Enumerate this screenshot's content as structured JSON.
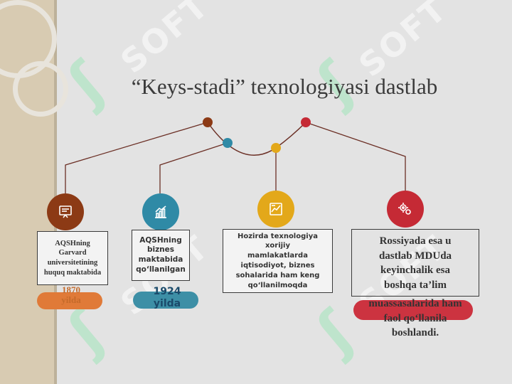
{
  "title": "“Keys-stadi” texnologiyasi dastlab",
  "watermark": "SOFT",
  "colors": {
    "node1": "#8c3a15",
    "node2": "#2f8aa6",
    "node3": "#e3a81a",
    "node4": "#c52a35",
    "pill1": "#e07a38",
    "pill2": "#3d8fa6",
    "pill4": "#cc3340",
    "line": "#6b2f25"
  },
  "icons": [
    "presentation-icon",
    "growth-chart-icon",
    "report-chart-icon",
    "gears-icon"
  ],
  "steps": [
    {
      "box_lines": [
        "AQSHning",
        "Garvard",
        "universitetining",
        "huquq maktabida"
      ],
      "year_lines": [
        "1870",
        "yilda"
      ]
    },
    {
      "box_lines": [
        "AQSHning",
        "biznes",
        "maktabida",
        "qo‘llanilgan"
      ],
      "year_lines": [
        "1924",
        "yilda"
      ]
    },
    {
      "box_lines": [
        "Hozirda texnologiya",
        "xorijiy",
        "mamlakatlarda",
        "iqtisodiyot, biznes",
        "sohalarida ham keng",
        "qo‘llanilmoqda"
      ]
    },
    {
      "box_lines": [
        "Rossiyada esa u",
        "dastlab MDUda",
        "keyinchalik esa",
        "boshqa ta’lim",
        "muassasalarida ham",
        "faol qo‘llanila",
        "boshlandi."
      ]
    }
  ]
}
